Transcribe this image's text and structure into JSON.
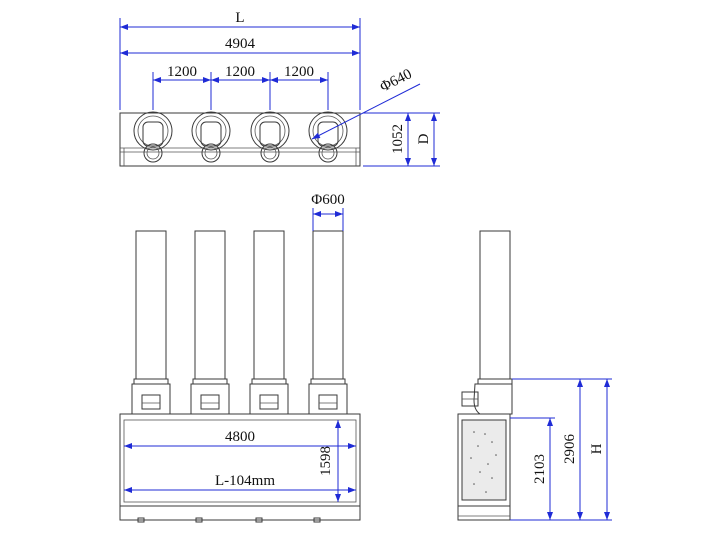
{
  "top_view": {
    "overall_length_symbol": "L",
    "overall_length": "4904",
    "spacing": [
      "1200",
      "1200",
      "1200"
    ],
    "hood_diameter": "Φ640",
    "depth": "1052",
    "depth_symbol": "D"
  },
  "front_view": {
    "duct_diameter": "Φ600",
    "inner_length": "4800",
    "reduced_length": "L-104mm",
    "box_height": "1598"
  },
  "side_view": {
    "box_height": "2103",
    "total_height": "2906",
    "height_symbol": "H"
  },
  "colors": {
    "dimension": "#1f2bd6",
    "outline": "#3a3a3a"
  }
}
